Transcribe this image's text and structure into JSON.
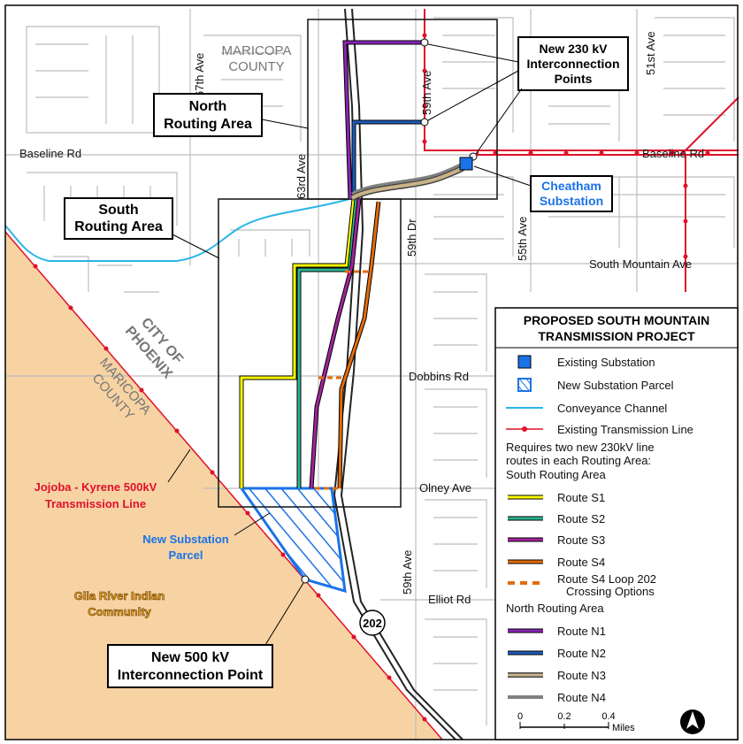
{
  "legend": {
    "title_line1": "PROPOSED SOUTH MOUNTAIN",
    "title_line2": "TRANSMISSION PROJECT",
    "existing_substation": "Existing Substation",
    "new_substation_parcel": "New Substation Parcel",
    "conveyance_channel": "Conveyance Channel",
    "existing_transmission_line": "Existing Transmission Line",
    "requires_line1": "Requires two new 230kV line",
    "requires_line2": "routes in each Routing Area:",
    "south_routing_area": "South Routing Area",
    "route_s1": "Route S1",
    "route_s2": "Route S2",
    "route_s3": "Route S3",
    "route_s4": "Route S4",
    "route_s4_loop_line1": "Route S4 Loop 202",
    "route_s4_loop_line2": "Crossing Options",
    "north_routing_area": "North Routing Area",
    "route_n1": "Route N1",
    "route_n2": "Route N2",
    "route_n3": "Route N3",
    "route_n4": "Route N4",
    "scale_0": "0",
    "scale_02": "0.2",
    "scale_04": "0.4",
    "scale_unit": "Miles"
  },
  "callouts": {
    "north_routing_line1": "North",
    "north_routing_line2": "Routing Area",
    "south_routing_line1": "South",
    "south_routing_line2": "Routing Area",
    "interconnect_230_line1": "New 230 kV",
    "interconnect_230_line2": "Interconnection",
    "interconnect_230_line3": "Points",
    "interconnect_500_line1": "New 500 kV",
    "interconnect_500_line2": "Interconnection Point",
    "cheatham_line1": "Cheatham",
    "cheatham_line2": "Substation"
  },
  "labels": {
    "maricopa_county_top_1": "MARICOPA",
    "maricopa_county_top_2": "COUNTY",
    "ave_67": "67th Ave",
    "ave_63": "63rd Ave",
    "ave_59_top": "59th Ave",
    "ave_59_bottom": "59th Ave",
    "dr_59": "59th Dr",
    "ave_55": "55th Ave",
    "ave_51": "51st Ave",
    "baseline_left": "Baseline Rd",
    "baseline_right": "Baseline Rd",
    "south_mountain_ave": "South Mountain Ave",
    "dobbins_rd": "Dobbins Rd",
    "olney_ave": "Olney Ave",
    "elliot_rd": "Elliot Rd",
    "city_of_phoenix_1": "CITY OF",
    "city_of_phoenix_2": "PHOENIX",
    "maricopa_county_diag_1": "MARICOPA",
    "maricopa_county_diag_2": "COUNTY",
    "jojoba_line1": "Jojoba - Kyrene 500kV",
    "jojoba_line2": "Transmission Line",
    "new_sub_parcel_line1": "New Substation",
    "new_sub_parcel_line2": "Parcel",
    "gila_river_line1": "Gila River Indian",
    "gila_river_line2": "Community",
    "loop_202": "202"
  },
  "colors": {
    "gila_river_fill": "#f7d3a3",
    "route_s1": "#ffff00",
    "route_s2": "#2bb594",
    "route_s3": "#a3239c",
    "route_s4": "#e46c0a",
    "route_n1": "#8a25b5",
    "route_n2": "#1e5bb8",
    "route_n3": "#c9b38a",
    "route_n4": "#808080",
    "existing_line": "#e0102a",
    "substation": "#1a73e8",
    "channel": "#2bb5e8",
    "red_text": "#e0102a",
    "blue_text": "#1a73e8",
    "gila_text": "#f5a623"
  }
}
